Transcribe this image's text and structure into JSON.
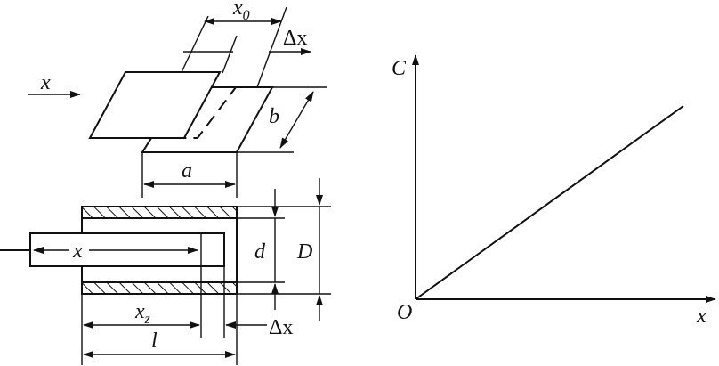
{
  "labels": {
    "x_arrow": "x",
    "x0": "x",
    "x0_sub": "0",
    "delta_x_top": "Δx",
    "b": "b",
    "a": "a",
    "d": "d",
    "D": "D",
    "x_inner": "x",
    "xz": "x",
    "xz_sub": "z",
    "delta_x_bottom": "Δx",
    "l": "l"
  },
  "graph": {
    "y_axis_label": "C",
    "x_axis_label": "x",
    "origin_label": "O"
  }
}
